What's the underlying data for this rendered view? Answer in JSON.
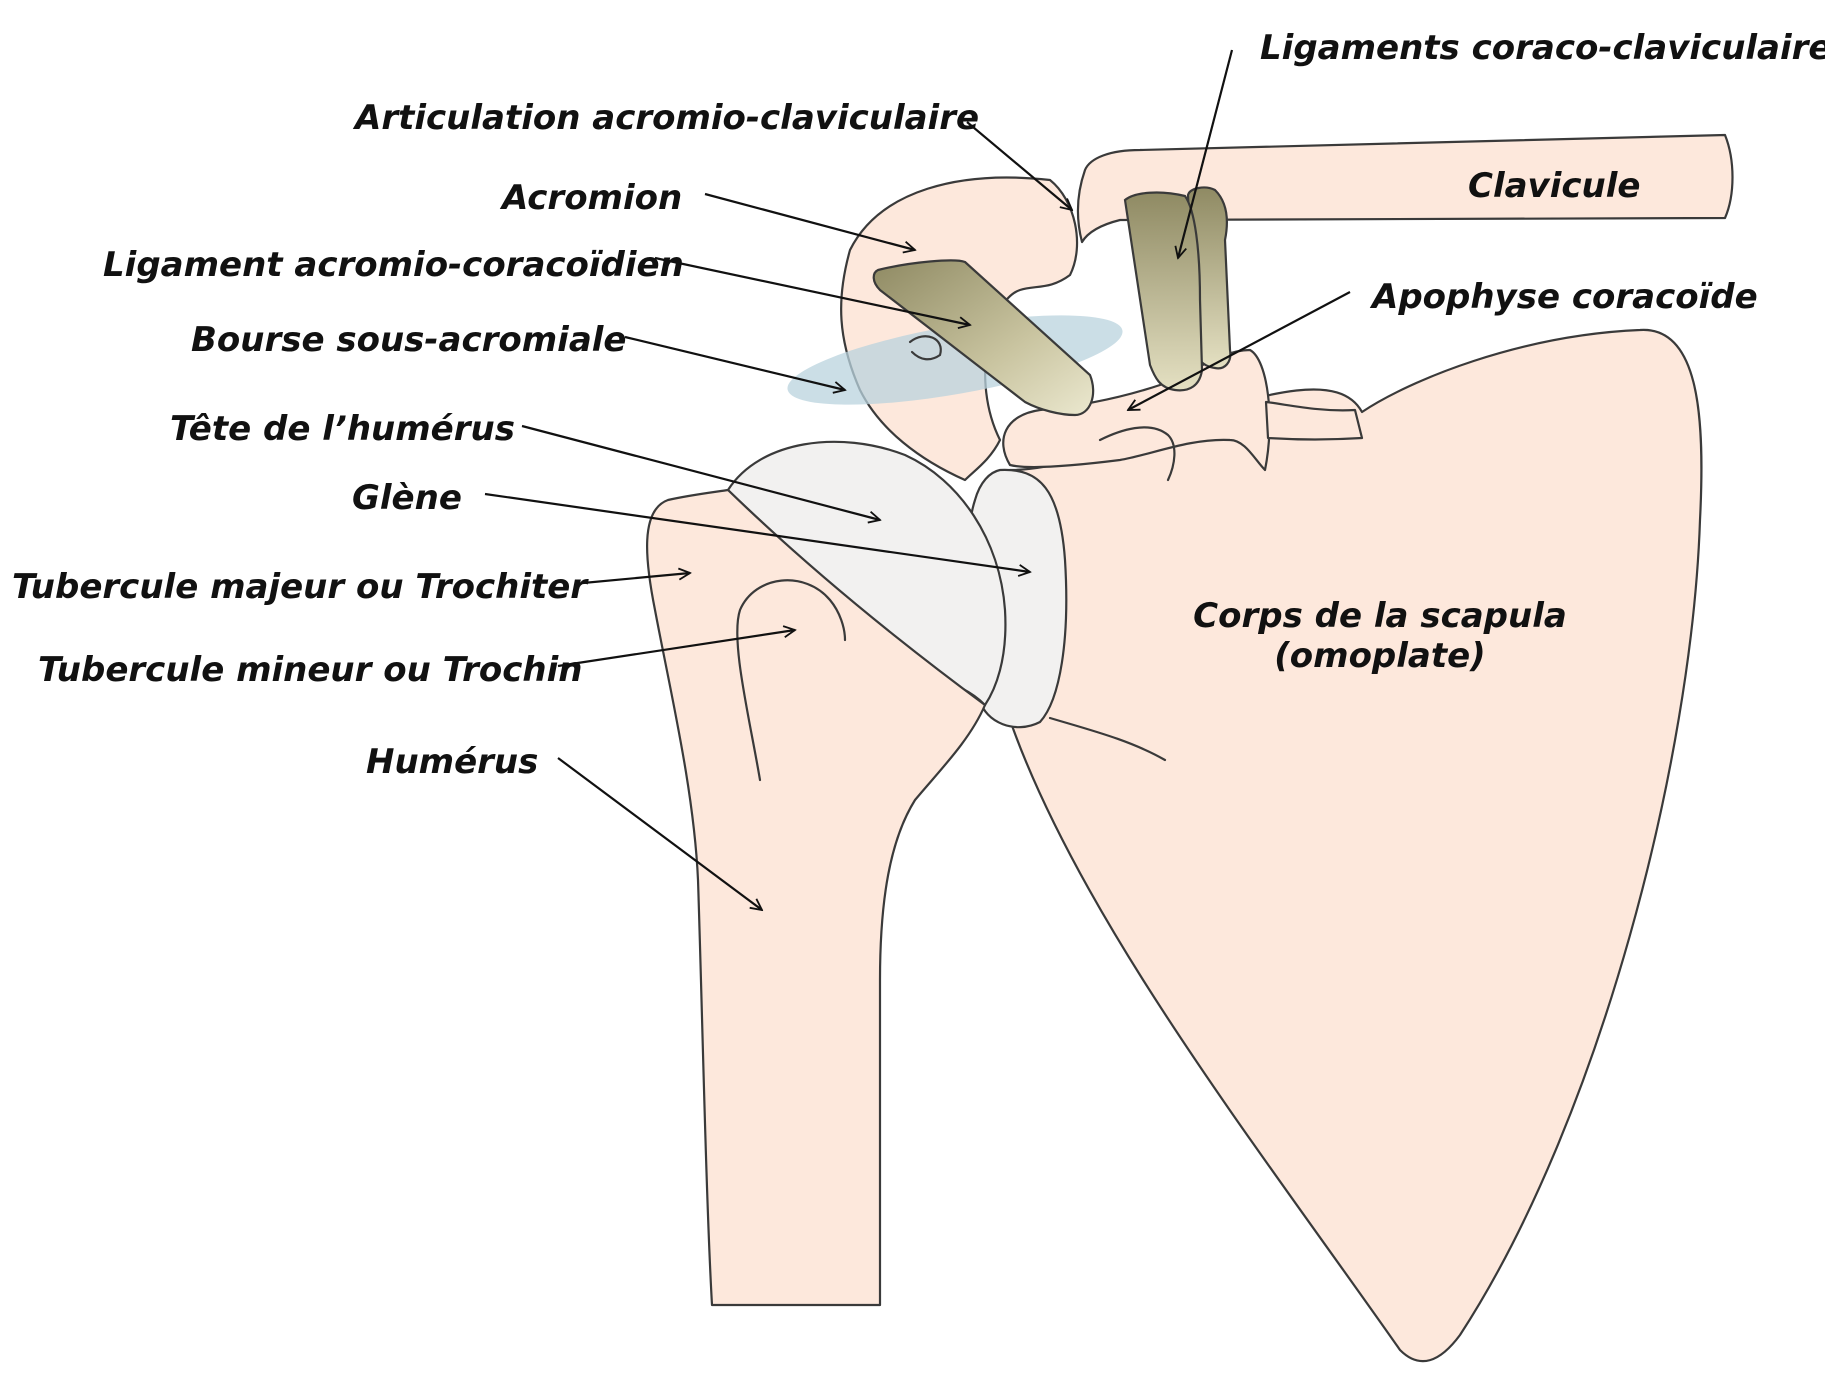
{
  "labels": {
    "ligaments_coraco_claviculaires": "Ligaments coraco-claviculaires",
    "articulation_acromio_claviculaire": "Articulation acromio-claviculaire",
    "clavicule": "Clavicule",
    "acromion": "Acromion",
    "ligament_acromio_coracoidien": "Ligament acromio-coracoïdien",
    "apophyse_coracoide": "Apophyse coracoïde",
    "bourse_sous_acromiale": "Bourse sous-acromiale",
    "tete_humerus": "Tête de l’humérus",
    "glene": "Glène",
    "tubercule_majeur": "Tubercule majeur ou Trochiter",
    "tubercule_mineur": "Tubercule mineur ou Trochin",
    "humerus": "Humérus",
    "corps_scapula_line1": "Corps de la scapula",
    "corps_scapula_line2": "(omoplate)"
  },
  "colors": {
    "bone": "#fde8dc",
    "cartilage": "#f2f1f0",
    "ligament": "#b7b08a",
    "bursa": "#b9d3dd",
    "outline": "#3a3a3a",
    "text": "#111111"
  }
}
